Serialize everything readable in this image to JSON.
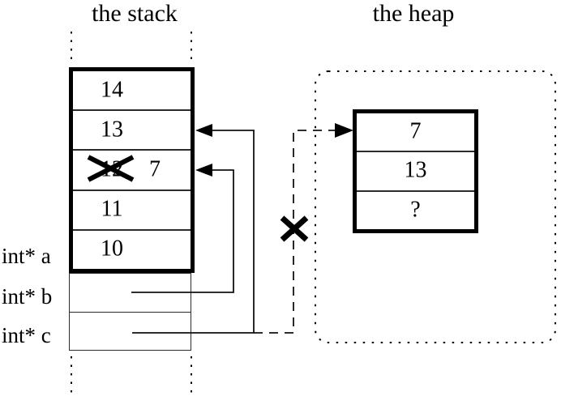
{
  "colors": {
    "ink": "#000000",
    "background": "#ffffff"
  },
  "stack": {
    "title": "the stack",
    "cells": [
      {
        "value": "14"
      },
      {
        "value": "13"
      },
      {
        "value": "12",
        "crossed_out": true,
        "new_value": "7"
      },
      {
        "value": "11"
      },
      {
        "value": "10"
      }
    ],
    "variables": [
      {
        "label": "int* a"
      },
      {
        "label": "int* b"
      },
      {
        "label": "int* c"
      }
    ]
  },
  "heap": {
    "title": "the heap",
    "cells": [
      {
        "value": "7"
      },
      {
        "value": "13"
      },
      {
        "value": "?"
      }
    ]
  }
}
